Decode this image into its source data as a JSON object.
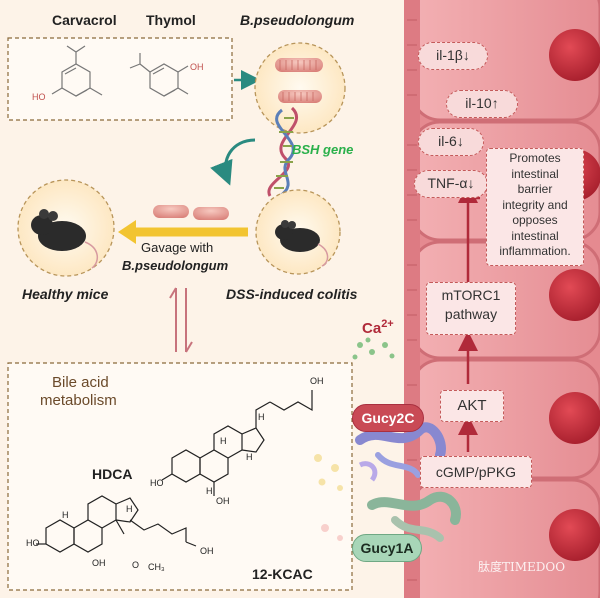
{
  "compounds": {
    "carvacrol": "Carvacrol",
    "thymol": "Thymol",
    "bacterium": "B.pseudolongum"
  },
  "bsh_gene": "BSH gene",
  "gavage": {
    "line1": "Gavage with",
    "line2": "B.pseudolongum"
  },
  "healthy_mice": "Healthy mice",
  "dss_colitis": "DSS-induced colitis",
  "bile_acid": {
    "line1": "Bile acid",
    "line2": "metabolism"
  },
  "molecules": {
    "hdca": "HDCA",
    "kcac": "12-KCAC"
  },
  "atom_labels": {
    "h": "H",
    "ho": "HO",
    "oh": "OH",
    "o": "O",
    "ch3": "CH₃"
  },
  "cytokines": {
    "il1b": "il-1β↓",
    "il10": "il-10↑",
    "il6": "il-6↓",
    "tnfa": "TNF-α↓"
  },
  "promotes_box": [
    "Promotes",
    "intestinal",
    "barrier",
    "integrity and",
    "opposes",
    "intestinal",
    "inflammation."
  ],
  "mtorc1": {
    "line1": "mTORC1",
    "line2": "pathway"
  },
  "akt": "AKT",
  "cgmp": "cGMP/pPKG",
  "calcium": {
    "base": "Ca",
    "sup": "2+"
  },
  "gucy2c": "Gucy2C",
  "gucy1a": "Gucy1A",
  "watermark": "肽度TIMEDOO",
  "colors": {
    "background": "#fdf3e8",
    "epithelium": "#e9959a",
    "nucleus": "#c0303b",
    "arrow_teal": "#2a8a80",
    "arrow_yellow": "#f2c431",
    "pathway_arrow": "#b02a3a"
  }
}
